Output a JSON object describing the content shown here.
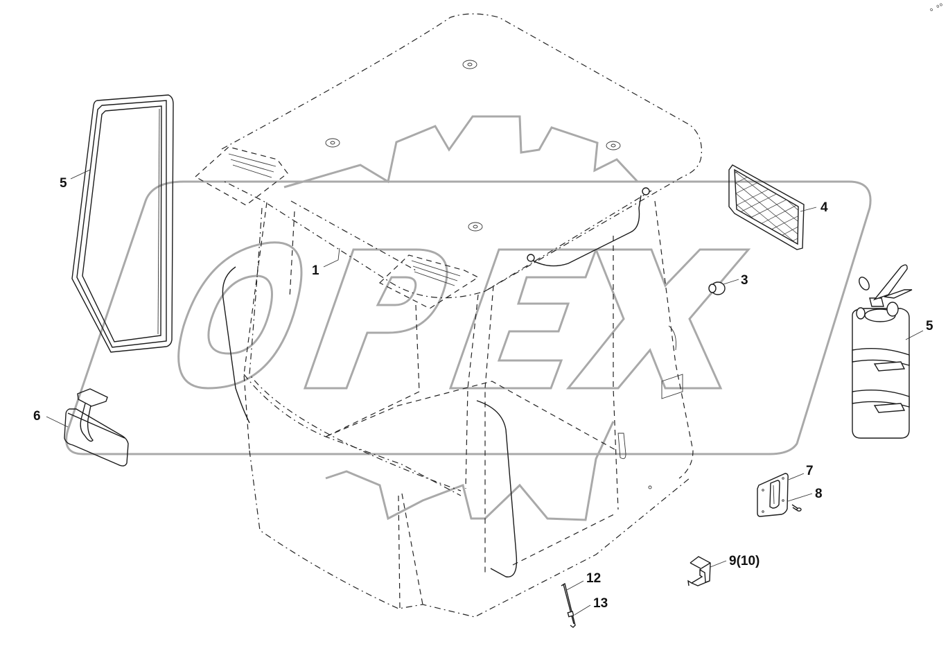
{
  "diagram": {
    "type": "exploded-parts-diagram",
    "subject": "operator cab assembly",
    "watermark": {
      "text": "OPEX",
      "color": "#a9a9a9",
      "elements": [
        "oval-frame",
        "gear-outline"
      ]
    },
    "corner_mark": "o oo",
    "line_color": "#1a1a1a",
    "background": "#ffffff"
  },
  "callouts": [
    {
      "id": "c1",
      "label": "1",
      "part": "cab-body"
    },
    {
      "id": "c3",
      "label": "3",
      "part": "plug-cap"
    },
    {
      "id": "c4",
      "label": "4",
      "part": "mesh-grille"
    },
    {
      "id": "c5a",
      "label": "5",
      "part": "door-window-seal"
    },
    {
      "id": "c5b",
      "label": "5",
      "part": "fire-extinguisher"
    },
    {
      "id": "c6",
      "label": "6",
      "part": "rearview-mirror"
    },
    {
      "id": "c7",
      "label": "7",
      "part": "mounting-plate"
    },
    {
      "id": "c8",
      "label": "8",
      "part": "screw"
    },
    {
      "id": "c9",
      "label": "9(10)",
      "part": "bracket"
    },
    {
      "id": "c12",
      "label": "12",
      "part": "rod"
    },
    {
      "id": "c13",
      "label": "13",
      "part": "rod-clip"
    }
  ]
}
